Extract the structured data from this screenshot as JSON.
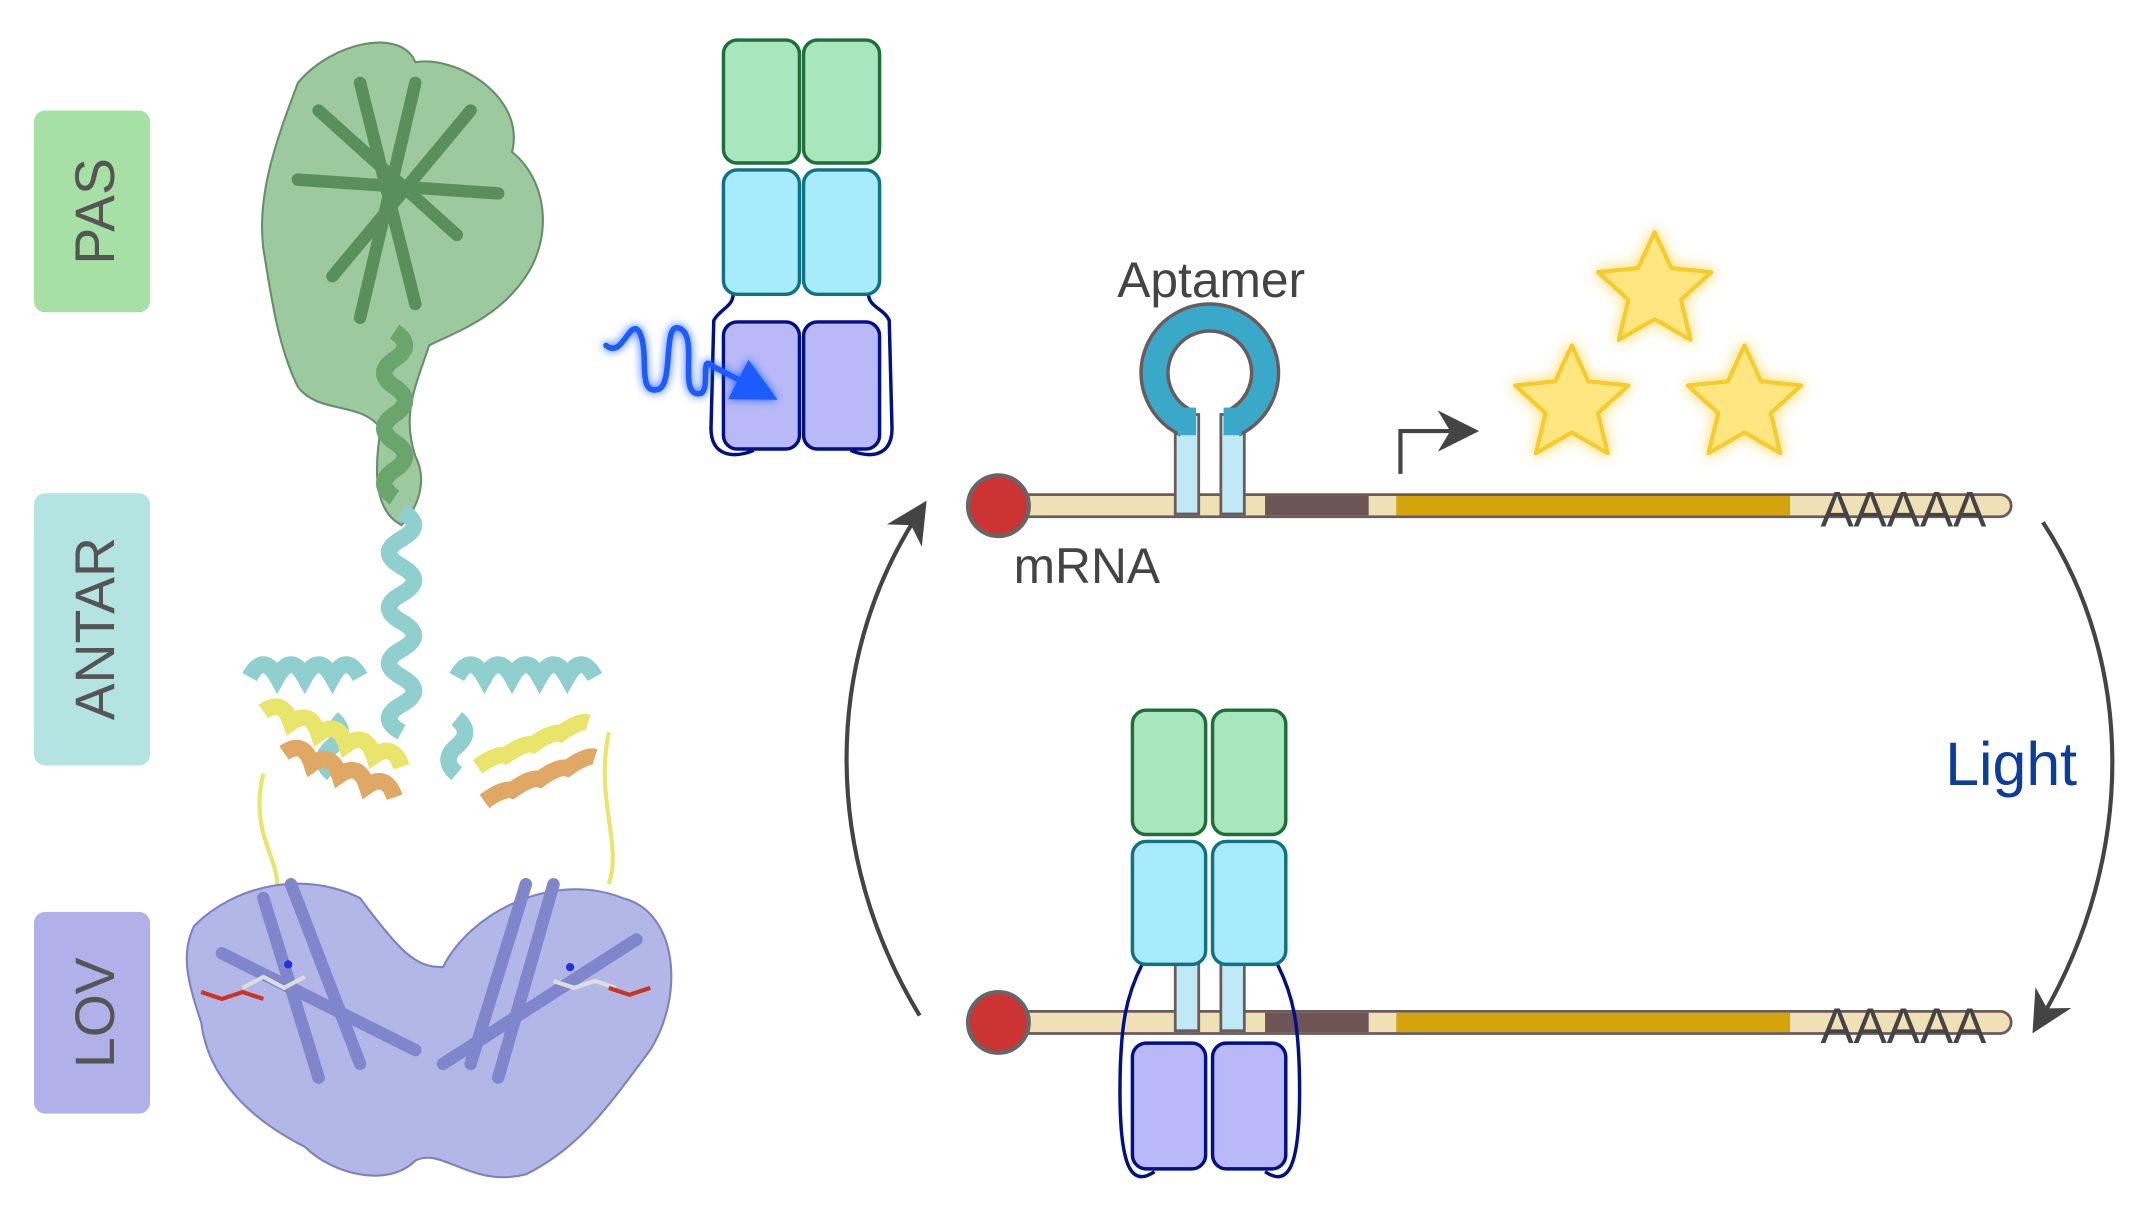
{
  "domain_labels": {
    "pas": "PAS",
    "antar": "ANTAR",
    "lov": "LOV"
  },
  "mrna_top": {
    "aptamer_label": "Aptamer",
    "mrna_label": "mRNA",
    "polya": "AAAAA"
  },
  "mrna_bottom": {
    "polya": "AAAAA"
  },
  "cycle": {
    "light_label": "Light"
  },
  "colors": {
    "pas": "#a6e0a4",
    "antar": "#b3e4e2",
    "lov": "#b1b1ea",
    "green_box": "#a8e6bd",
    "cyan_box": "#a8ecfb",
    "blue_box": "#b9b9f7",
    "linker": "#000f8a",
    "cap": "#cc3333",
    "utr": "#efe0b5",
    "cds": "#d4a50a",
    "rbs": "#6e5555",
    "aptamer": "#3aa8c8",
    "light_text": "#0a3d9c",
    "star": "#ffe680"
  }
}
